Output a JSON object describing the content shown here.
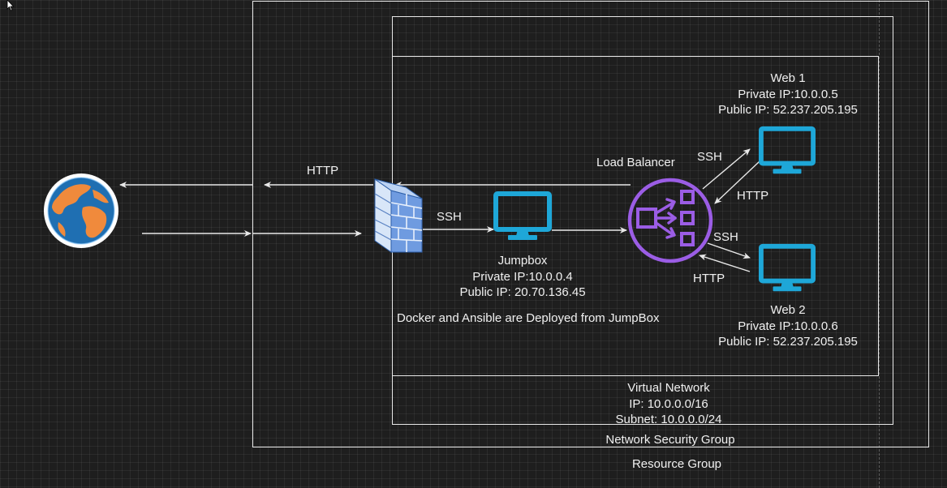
{
  "groups": {
    "resource_group": "Resource Group",
    "network_security_group": "Network Security Group",
    "virtual_network": {
      "name": "Virtual Network",
      "ip": " IP: 10.0.0.0/16",
      "subnet": "Subnet: 10.0.0.0/24"
    }
  },
  "jumpbox": {
    "name": "Jumpbox",
    "private_ip": "Private IP:10.0.0.4",
    "public_ip": "Public IP: 20.70.136.45"
  },
  "web1": {
    "name": "Web 1",
    "private_ip": "Private IP:10.0.0.5",
    "public_ip": "Public IP: 52.237.205.195"
  },
  "web2": {
    "name": "Web 2",
    "private_ip": "Private IP:10.0.0.6",
    "public_ip": "Public IP: 52.237.205.195"
  },
  "load_balancer": "Load Balancer",
  "note": "Docker and Ansible are Deployed from JumpBox",
  "edge_labels": {
    "http_internet": "HTTP",
    "ssh_jumpbox": "SSH",
    "ssh_web1": "SSH",
    "http_web1": "HTTP",
    "ssh_web2": "SSH",
    "http_web2": "HTTP"
  },
  "colors": {
    "vm": "#1ea7d8",
    "load_balancer": "#9b5de5",
    "globe_ocean": "#1f6fb2",
    "globe_land": "#f08a3c",
    "firewall": "#4a7fd4",
    "line": "#e8e8e8"
  }
}
